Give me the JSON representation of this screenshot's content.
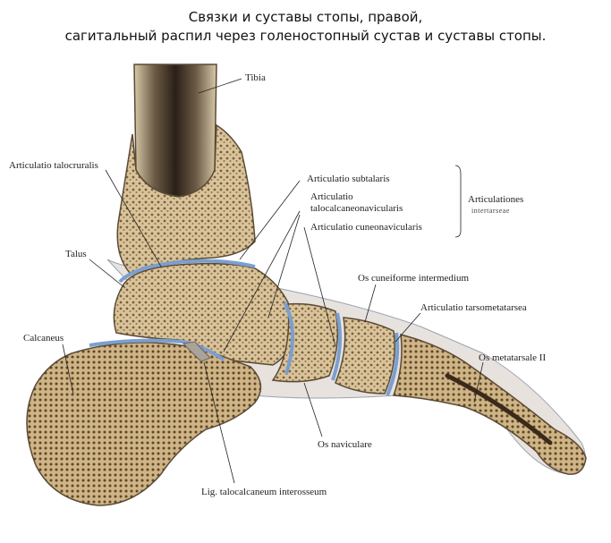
{
  "title_line1": "Связки и суставы стопы, правой,",
  "title_line2": "сагитальный распил через голеностопный сустав и суставы стопы.",
  "labels": {
    "tibia": "Tibia",
    "talocruralis": "Articulatio talocruralis",
    "subtalaris": "Articulatio subtalaris",
    "talocalcaneonavicularis_1": "Articulatio",
    "talocalcaneonavicularis_2": "talocalcaneonavicularis",
    "cuneonavicularis": "Articulatio cuneonavicularis",
    "intertarseae_1": "Articulationes",
    "intertarseae_2": "intertarseae",
    "talus": "Talus",
    "cuneiforme": "Os cuneiforme intermedium",
    "tarsometatarsea": "Articulatio tarsometatarsea",
    "calcaneus": "Calcaneus",
    "metatarsale": "Os metatarsale II",
    "naviculare": "Os naviculare",
    "lig_interosseum": "Lig. talocalcaneum interosseum"
  },
  "colors": {
    "bone": "#cdb48a",
    "bone_dark": "#6b5535",
    "cartilage": "#7b9fcf",
    "marrow": "#3a2a1a"
  }
}
